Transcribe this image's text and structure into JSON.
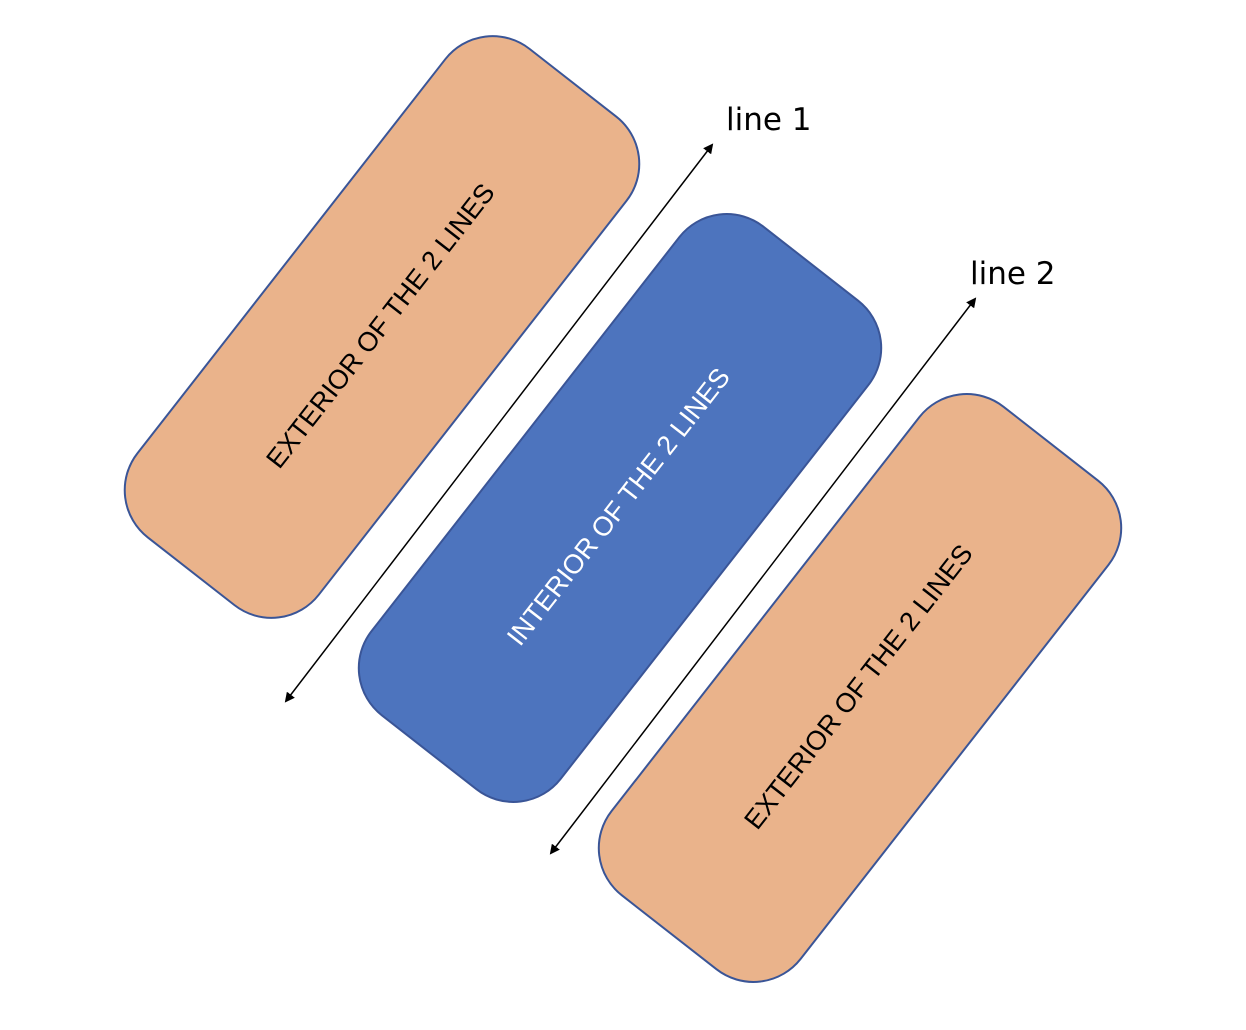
{
  "colors": {
    "exterior_fill": "#EAB38B",
    "interior_fill": "#4D74BE",
    "border": "#3A5597",
    "arrow": "#000000",
    "exterior_text": "#000000",
    "interior_text": "#FFFFFF",
    "line_label_text": "#000000"
  },
  "regions": {
    "exterior_top": {
      "label": "EXTERIOR OF THE 2 LINES"
    },
    "interior": {
      "label": "INTERIOR OF THE 2 LINES"
    },
    "exterior_bottom": {
      "label": "EXTERIOR OF THE 2 LINES"
    }
  },
  "lines": {
    "line1": {
      "label": "line 1"
    },
    "line2": {
      "label": "line 2"
    }
  }
}
